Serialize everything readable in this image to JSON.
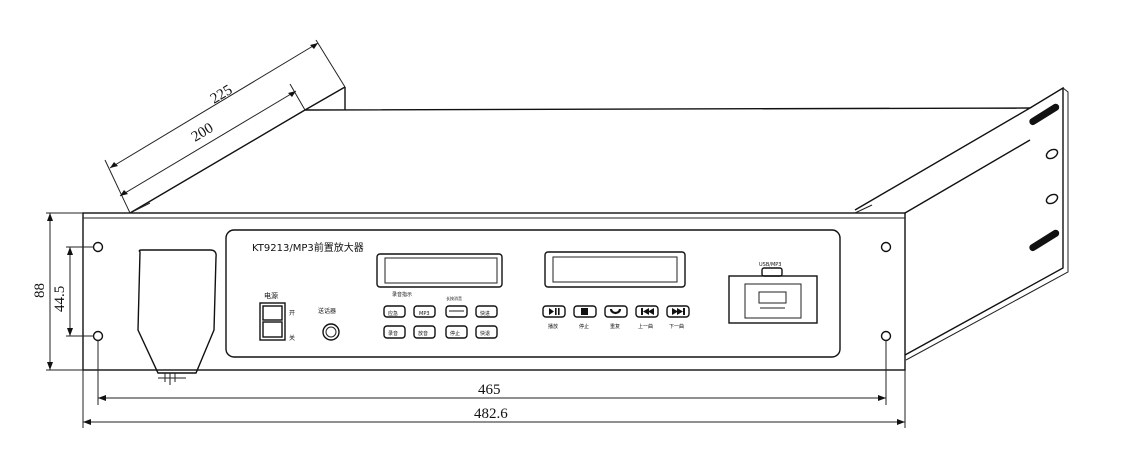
{
  "dimensions": {
    "depth_outer": "225",
    "depth_inner": "200",
    "height_total": "88",
    "height_holes": "44.5",
    "width_holes": "465",
    "width_total": "482.6"
  },
  "panel": {
    "model_title": "KT9213/MP3前置放大器",
    "power_label": "电源",
    "power_on": "开",
    "power_off": "关",
    "mic_label": "送话器",
    "display1_label": "录音指示",
    "long_press_label": "长按消音",
    "usb_label": "USB/MP3",
    "buttons_row1": [
      "应急",
      "MP3",
      "",
      "快进"
    ],
    "buttons_row2": [
      "录音",
      "放音",
      "停止",
      "快退"
    ],
    "transport_labels": [
      "播放",
      "停止",
      "重复",
      "上一曲",
      "下一曲"
    ]
  }
}
